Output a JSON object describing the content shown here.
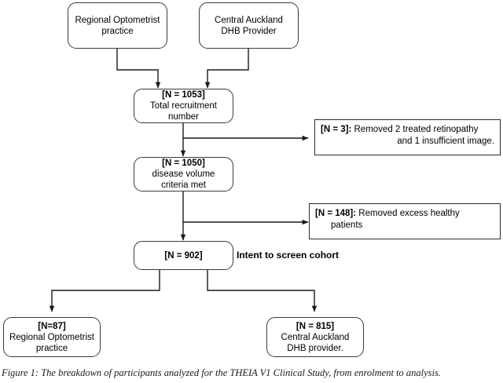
{
  "figure": {
    "caption": "Figure 1: The breakdown of participants analyzed for the THEIA V1 Clinical Study, from enrolment to analysis."
  },
  "nodes": {
    "source_optometrist": {
      "line1": "Regional Optometrist",
      "line2": "practice"
    },
    "source_dhb": {
      "line1": "Central Auckland",
      "line2": "DHB Provider"
    },
    "total_recruitment": {
      "line1": "[N = 1053]",
      "line2": "Total recruitment",
      "line3": "number"
    },
    "disease_volume": {
      "line1": "[N = 1050]",
      "line2": "disease volume",
      "line3": "criteria met"
    },
    "intent_cohort": {
      "line1": "[N = 902]"
    },
    "outcome_optometrist": {
      "line1": "[N=87]",
      "line2": "Regional Optometrist",
      "line3": "practice"
    },
    "outcome_dhb": {
      "line1": "[N = 815]",
      "line2": "Central Auckland",
      "line3": "DHB provider."
    }
  },
  "exclusions": {
    "removed_retinopathy": {
      "count_label": "[N = 3]:",
      "line1_text": " Removed 2 treated retinopathy",
      "line2": "and 1 insufficient image."
    },
    "removed_healthy": {
      "count_label": "[N = 148]:",
      "line1_text": " Removed excess healthy",
      "line2": "patients"
    }
  },
  "labels": {
    "intent_to_screen": "Intent to screen cohort"
  },
  "colors": {
    "box_border": "#3a3a3a",
    "connector": "#1a1a1a",
    "background": "#ffffff",
    "text": "#000000"
  }
}
